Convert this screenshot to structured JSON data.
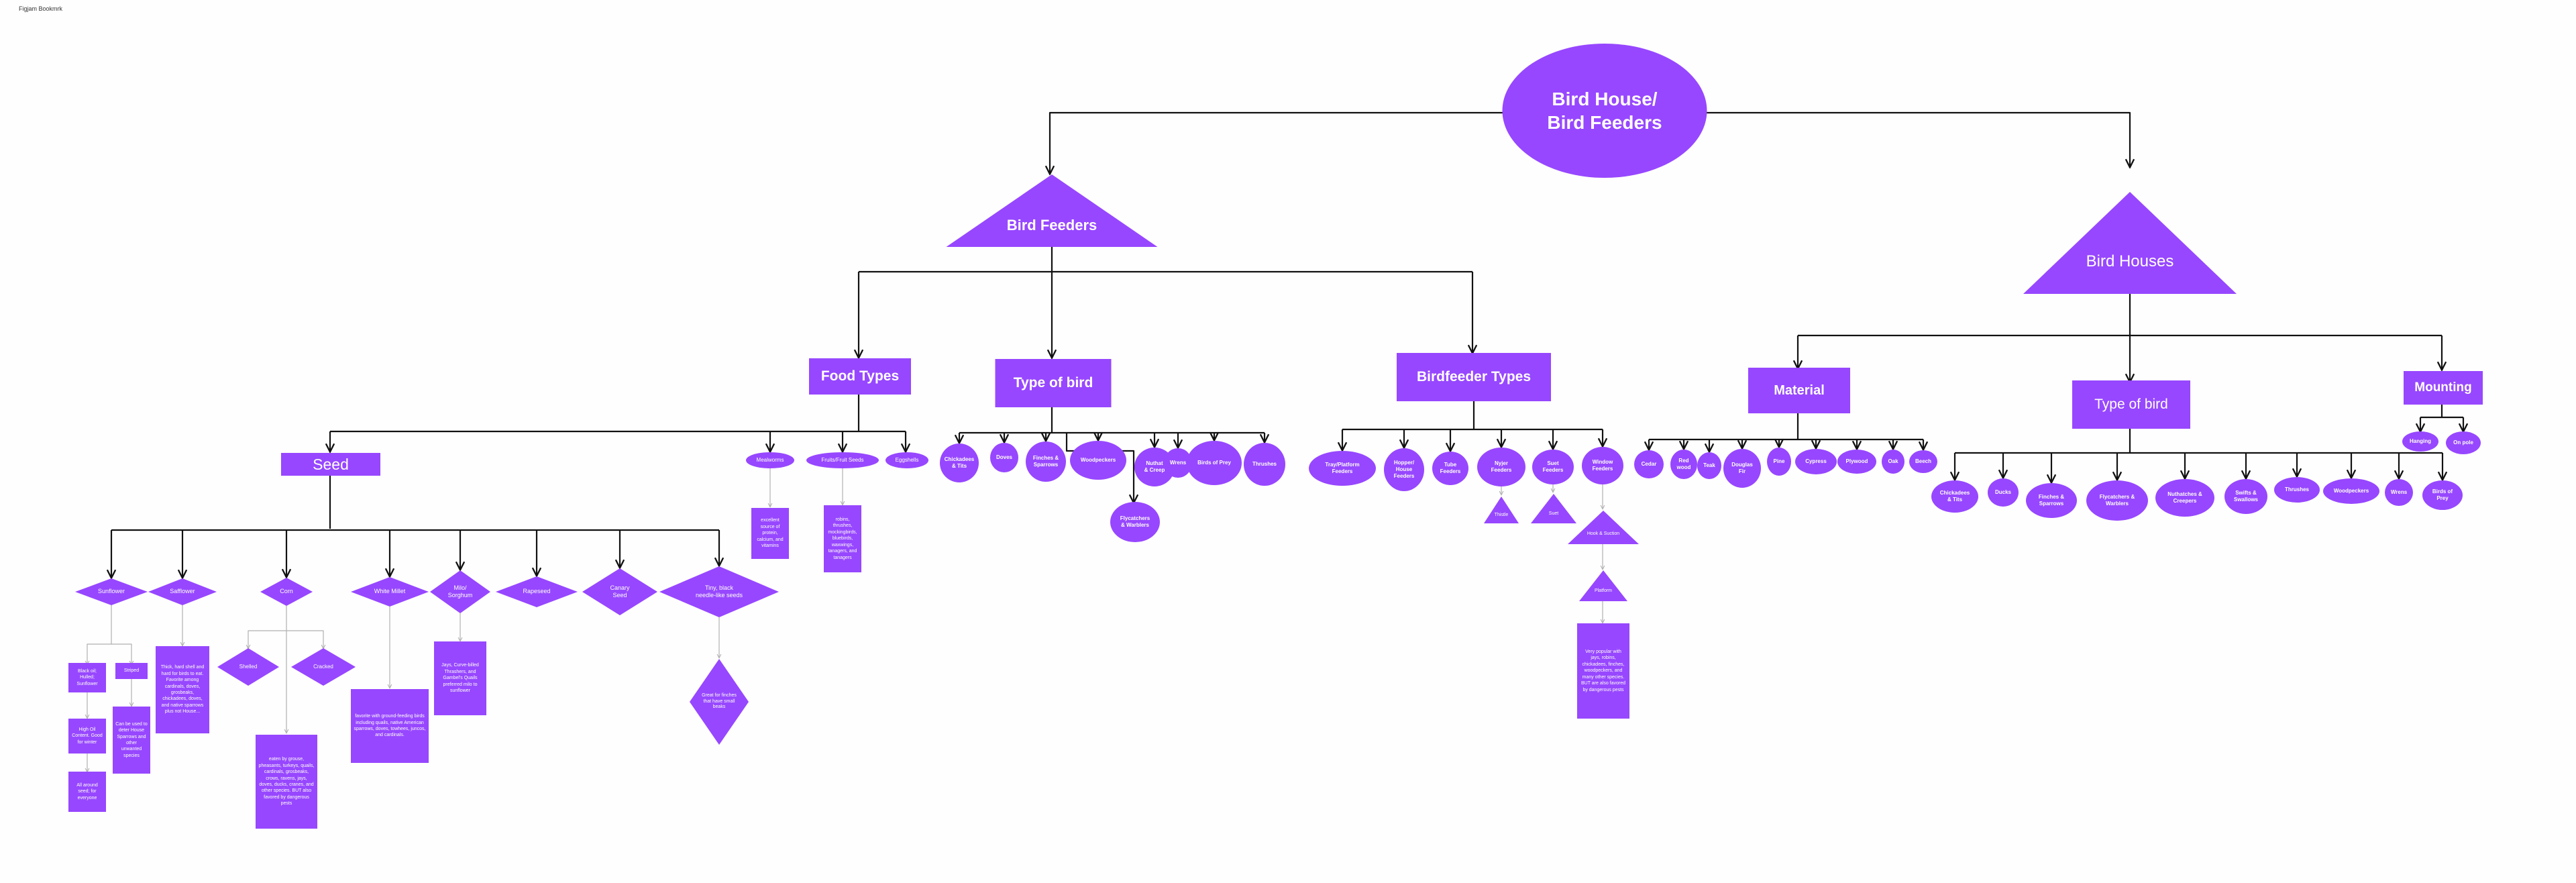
{
  "canvas_title": "Figjam Bookmrk",
  "colors": {
    "node": "#9747ff",
    "connector": "#111111",
    "connector_light": "#b0b0b0"
  },
  "root": "Bird House/\nBird Feeders",
  "bird_feeders": {
    "label": "Bird Feeders",
    "food_types": {
      "label": "Food Types",
      "seed": {
        "label": "Seed",
        "sunflower": {
          "label": "Sunflower",
          "black_oil": "Black oil; Hulled; Sunflower",
          "striped": "Striped",
          "high_oil": "High Oil Content. Good for winter",
          "all_around": "All around seed; for everyone",
          "striped_desc": "Can be used to deter House Sparrows and other unwanted species"
        },
        "safflower": {
          "label": "Safflower",
          "desc": "Thick, hard shell and hard for birds to eat. Favorite among cardinals, doves, grosbeaks, chickadees, doves, and native sparrows plus not House..."
        },
        "corn": {
          "label": "Corn",
          "shelled": "Shelled",
          "cracked": "Cracked",
          "desc": "eaten by grouse, pheasants, turkeys, quails, cardinals, grosbeaks, crows, ravens, jays, doves, ducks, cranes, and other species. BUT also favored by dangerous pests"
        },
        "white_millet": {
          "label": "White Millet",
          "desc": "favorite with ground-feeding birds including quails, native American sparrows, doves, towhees, juncos, and cardinals."
        },
        "milo": {
          "label": "Milo/\nSorghum",
          "desc": "Jays, Curve-billed Thrashers, and Gambel's Quails preferred milo to sunflower"
        },
        "rapeseed": {
          "label": "Rapeseed"
        },
        "canary": {
          "label": "Canary\nSeed"
        },
        "nyjer": {
          "label": "Tiny, black\nneedle-like seeds",
          "desc": "Great for finches that have small beaks"
        }
      },
      "mealworms": {
        "label": "Mealworms",
        "desc": "excellent source of protein, calcium, and vitamins"
      },
      "fruits": {
        "label": "Fruits/Fruit Seeds",
        "desc": "robins, thrushes, mockingbirds, bluebirds, waxwings, tanagers, and tanagers"
      },
      "eggshells": {
        "label": "Eggshells"
      }
    },
    "type_of_bird": {
      "label": "Type of bird",
      "items": [
        "Chickadees\n& Tits",
        "Doves",
        "Finches &\nSparrows",
        "Woodpeckers",
        "Nuthat\n& Creep",
        "Wrens",
        "Birds of Prey",
        "Thrushes",
        "Flycatchers\n& Warblers"
      ]
    },
    "birdfeeder_types": {
      "label": "Birdfeeder Types",
      "items": [
        "Tray/Platform\nFeeders",
        "Hopper/\nHouse\nFeeders",
        "Tube\nFeeders",
        "Nyjer\nFeeders",
        "Suet\nFeeders",
        "Window\nFeeders"
      ],
      "nyjer_sub": "Thistle",
      "suet_sub": "Suet",
      "window_sub": "Hook & Suction",
      "window_sub2": "Platform",
      "window_desc": "Very popular with jays, robins, chickadees, finches, woodpeckers, and many other species. BUT are also favored by dangerous pests"
    }
  },
  "bird_houses": {
    "label": "Bird Houses",
    "material": {
      "label": "Material",
      "items": [
        "Cedar",
        "Red\nwood",
        "Teak",
        "Douglas\nFir",
        "Pine",
        "Cypress",
        "Plywood",
        "Oak",
        "Beech"
      ]
    },
    "type_of_bird": {
      "label": "Type of bird",
      "items": [
        "Chickadees\n& Tits",
        "Ducks",
        "Finches &\nSparrows",
        "Flycatchers &\nWarblers",
        "Nuthatches &\nCreepers",
        "Swifts &\nSwallows",
        "Thrushes",
        "Woodpeckers",
        "Wrens",
        "Birds of\nPrey"
      ]
    },
    "mounting": {
      "label": "Mounting",
      "items": [
        "Hanging",
        "On pole"
      ]
    }
  }
}
